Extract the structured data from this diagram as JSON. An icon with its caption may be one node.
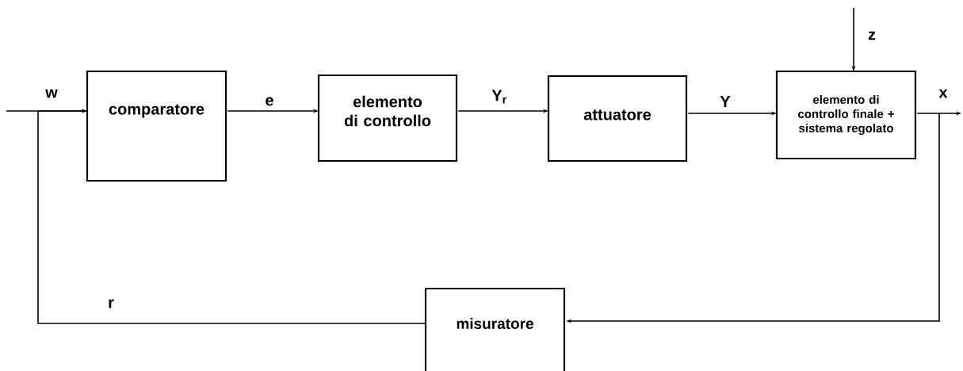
{
  "diagram": {
    "nodes": [
      {
        "text": [
          "comparatore"
        ]
      },
      {
        "text": [
          "elemento di controllo"
        ]
      },
      {
        "text": [
          "attuatore"
        ]
      },
      {
        "text": [
          "elemento di controllo finale + sistema regolato"
        ]
      },
      {
        "text": [
          "misuratore"
        ]
      }
    ],
    "edges": [
      {
        "from": null,
        "to": 0,
        "arrow": "to",
        "label": "w"
      },
      {
        "from": 0,
        "to": 1,
        "arrow": "to",
        "label": "e"
      },
      {
        "from": 1,
        "to": 2,
        "arrow": "to",
        "label": "Y$_{r}$"
      },
      {
        "from": 2,
        "to": 3,
        "arrow": "to",
        "label": "Y"
      },
      {
        "from": null,
        "to": 3,
        "arrow": "to",
        "label": "z"
      },
      {
        "from": 3,
        "to": null,
        "arrow": "to",
        "label": "x"
      },
      {
        "from": 3,
        "to": 4,
        "arrow": "to"
      },
      {
        "from": 4,
        "to": 0,
        "arrow": "to",
        "label": "r"
      }
    ]
  }
}
